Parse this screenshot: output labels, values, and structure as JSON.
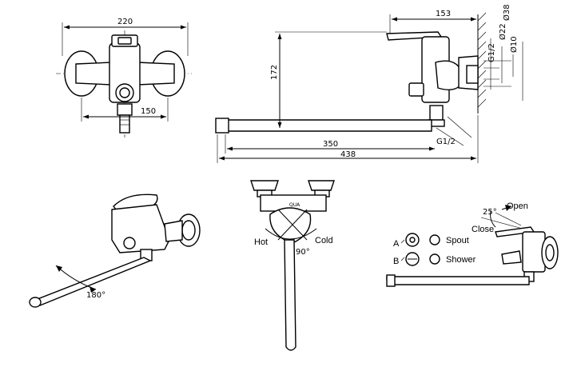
{
  "front_view": {
    "width": "220",
    "centers": "150"
  },
  "side_view": {
    "top_length": "153",
    "height": "172",
    "spout_reach": "350",
    "total_length": "438",
    "thread_bottom": "G1/2",
    "thread_wall": "G1/2",
    "dia_38": "Ø38",
    "dia_22": "Ø22",
    "dia_10": "Ø10"
  },
  "iso_view": {
    "rotation": "180°"
  },
  "handle_view": {
    "hot": "Hot",
    "cold": "Cold",
    "angle": "90°"
  },
  "lever_view": {
    "angle": "25°",
    "open": "Open",
    "close": "Close",
    "mark_a": "A",
    "mark_b": "B",
    "spout": "Spout",
    "shower": "Shower"
  }
}
